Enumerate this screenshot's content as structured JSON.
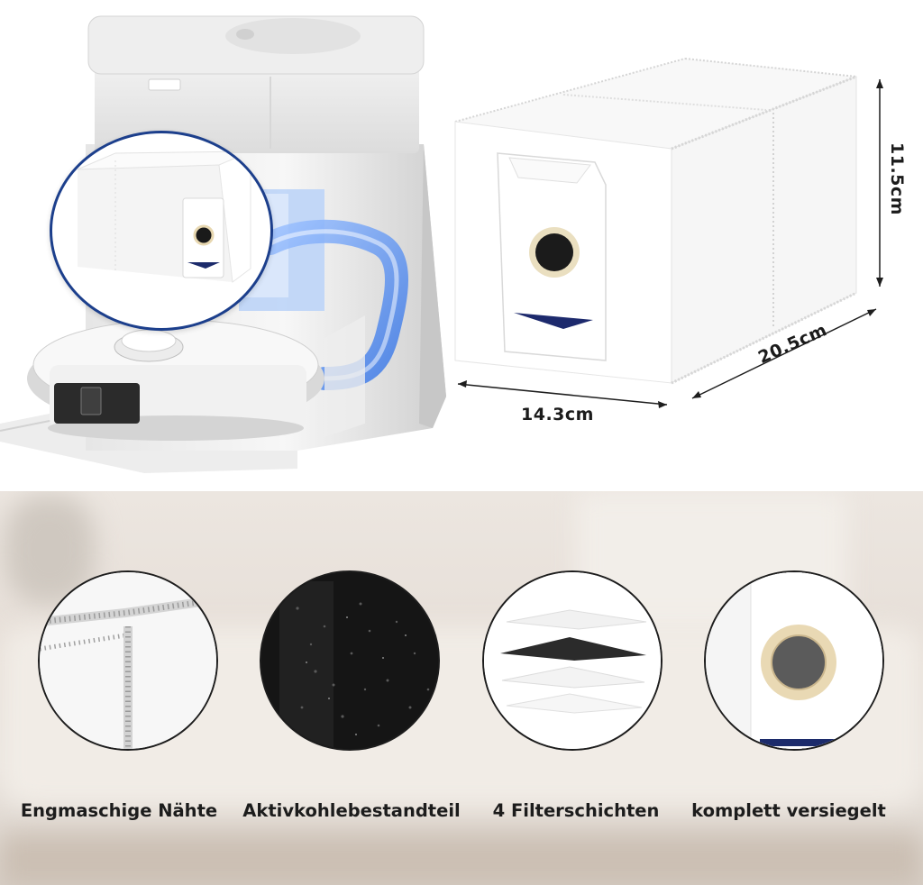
{
  "dimensions": {
    "width": "14.3cm",
    "depth": "20.5cm",
    "height": "11.5cm"
  },
  "features": [
    {
      "label": "Engmaschige Nähte",
      "icon": "seam-closeup-icon"
    },
    {
      "label": "Aktivkohlebestandteil",
      "icon": "activated-carbon-icon"
    },
    {
      "label": "4 Filterschichten",
      "icon": "filter-layers-icon"
    },
    {
      "label": "komplett versiegelt",
      "icon": "sealed-opening-icon"
    }
  ],
  "colors": {
    "accent_blue": "#1c3f8c",
    "bag_white": "#ffffff",
    "seal_ring": "#e9d9b4",
    "carbon": "#1a1a1a"
  }
}
